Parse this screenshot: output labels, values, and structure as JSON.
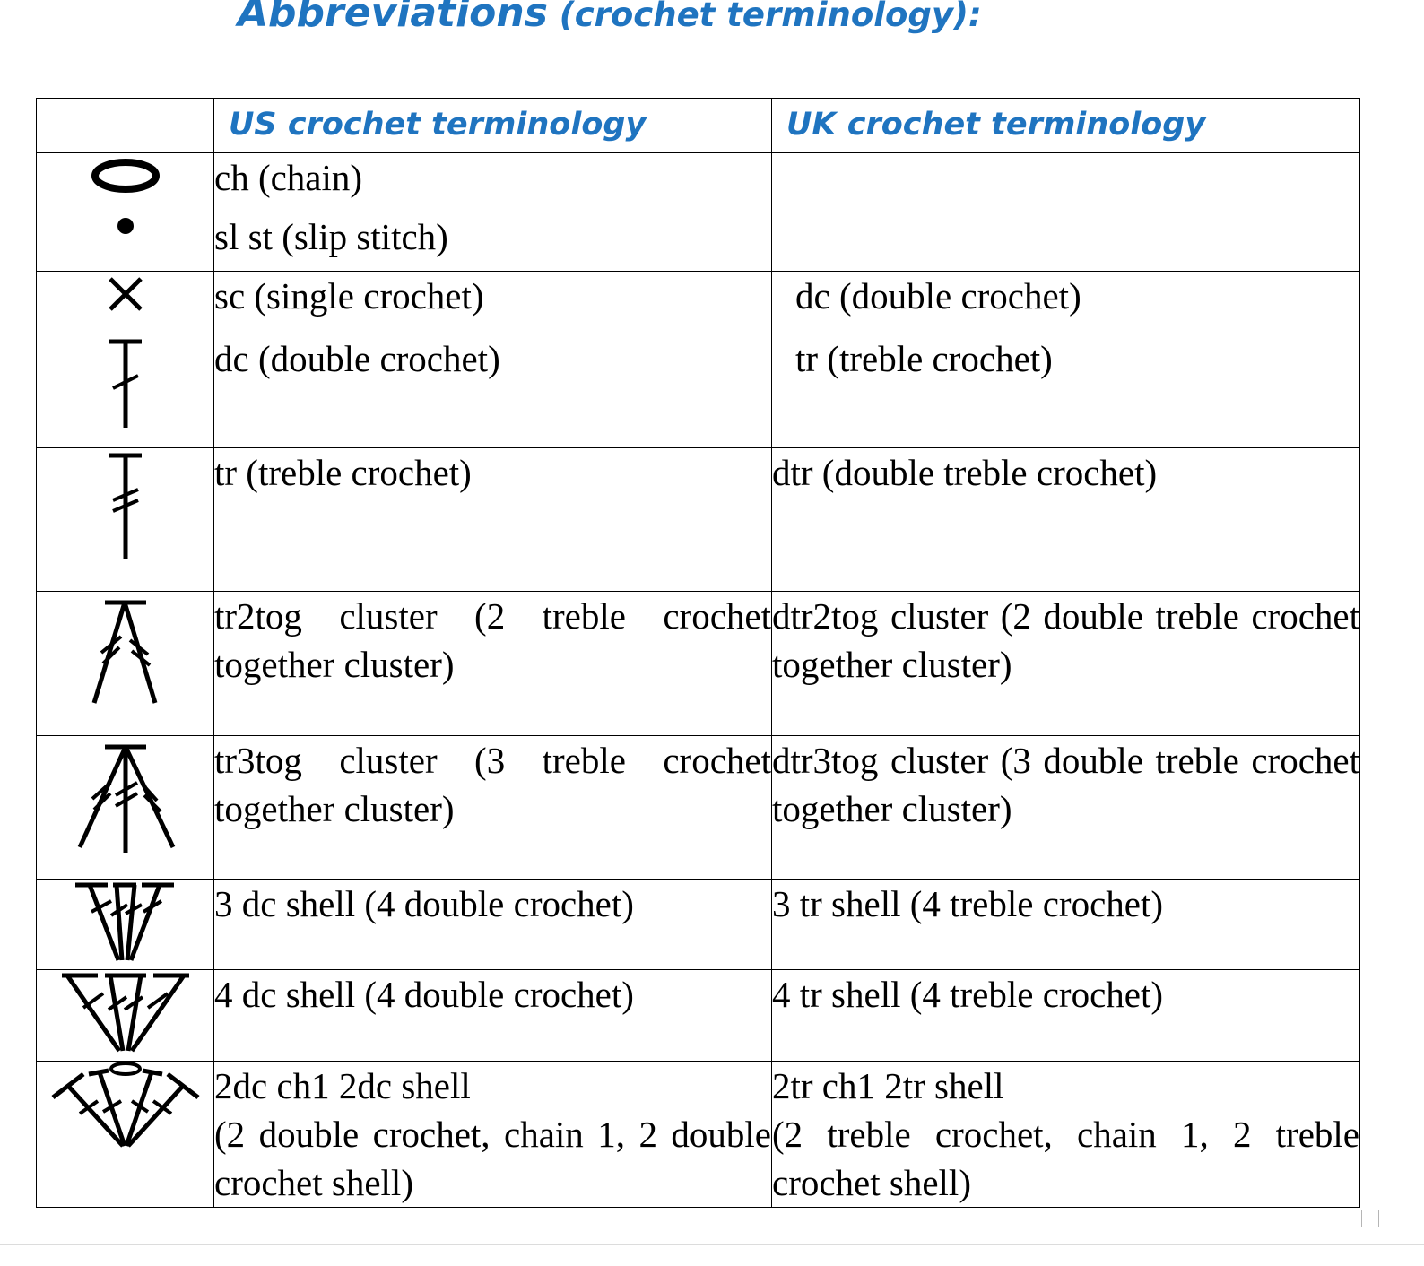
{
  "title": {
    "main": "Abbreviations",
    "sub": " (crochet terminology):"
  },
  "headers": {
    "us": "US crochet terminology",
    "uk": "UK crochet terminology"
  },
  "rows": [
    {
      "symbol": "chain-icon",
      "us": "ch (chain)",
      "uk": ""
    },
    {
      "symbol": "slip-stitch-icon",
      "us": "sl st (slip stitch)",
      "uk": ""
    },
    {
      "symbol": "single-crochet-icon",
      "us": "sc (single crochet)",
      "uk": "dc (double crochet)"
    },
    {
      "symbol": "double-crochet-icon",
      "us": "dc (double crochet)",
      "uk": "tr (treble crochet)"
    },
    {
      "symbol": "treble-crochet-icon",
      "us": "tr (treble crochet)",
      "uk": "dtr (double treble crochet)"
    },
    {
      "symbol": "tr2tog-cluster-icon",
      "us": "tr2tog cluster (2 treble crochet together cluster)",
      "uk": "dtr2tog cluster (2 double treble crochet together cluster)"
    },
    {
      "symbol": "tr3tog-cluster-icon",
      "us": "tr3tog cluster (3 treble crochet together cluster)",
      "uk": "dtr3tog cluster (3 double treble crochet together cluster)"
    },
    {
      "symbol": "three-dc-shell-icon",
      "us": "3 dc shell (4 double crochet)",
      "uk": "3 tr shell (4 treble crochet)"
    },
    {
      "symbol": "four-dc-shell-icon",
      "us": "4 dc shell (4 double crochet)",
      "uk": "4 tr shell (4 treble crochet)"
    },
    {
      "symbol": "dc-ch1-dc-shell-icon",
      "us": "2dc ch1 2dc shell\n(2 double crochet, chain 1, 2 double crochet shell)",
      "uk": "2tr ch1 2tr shell\n(2 treble crochet, chain 1, 2 treble crochet shell)"
    }
  ]
}
